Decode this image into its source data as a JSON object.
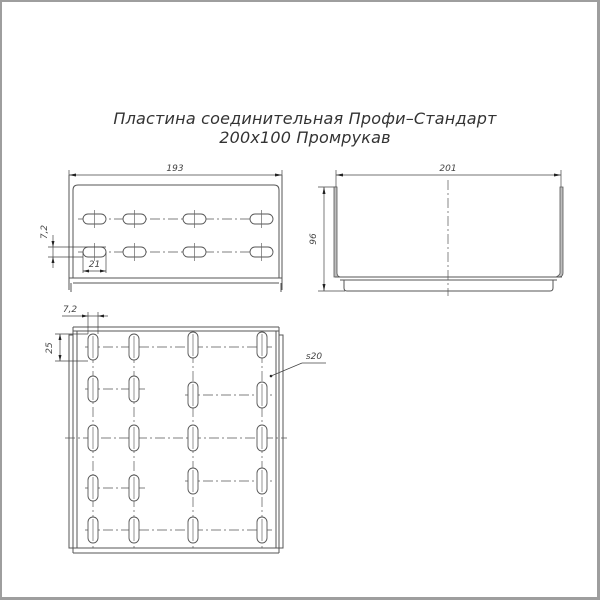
{
  "title": {
    "line1": "Пластина соединительная Профи–Стандарт",
    "line2": "200x100 Промрукав"
  },
  "colors": {
    "border": "#9e9e9e",
    "line": "#555555",
    "background": "#ffffff"
  },
  "views": {
    "top_view": {
      "dimension_width": "193",
      "dimension_slot_height": "7,2",
      "dimension_slot_length": "21",
      "slot_rows": 2,
      "slot_columns": 4
    },
    "side_view": {
      "dimension_width": "201",
      "dimension_height": "96"
    },
    "plan_view": {
      "dimension_slot_width": "7,2",
      "dimension_slot_length": "25",
      "thickness_label": "s20",
      "slot_columns": 4,
      "slot_rows": 5
    }
  }
}
